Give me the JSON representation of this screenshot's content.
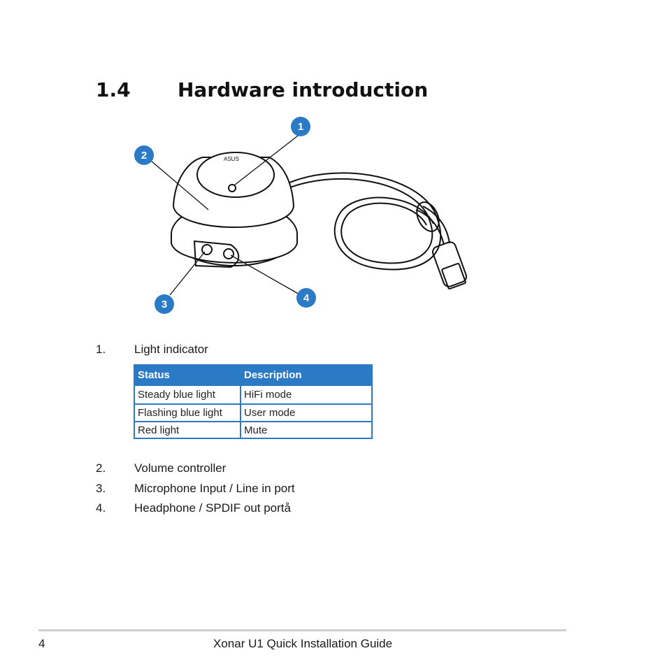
{
  "heading": {
    "number": "1.4",
    "title": "Hardware introduction"
  },
  "figure": {
    "callouts": [
      "1",
      "2",
      "3",
      "4"
    ],
    "logo_text": "ASUS"
  },
  "list": [
    {
      "num": "1.",
      "text": "Light indicator"
    },
    {
      "num": "2.",
      "text": "Volume controller"
    },
    {
      "num": "3.",
      "text": "Microphone Input / Line in port"
    },
    {
      "num": "4.",
      "text": "Headphone / SPDIF out portå"
    }
  ],
  "table": {
    "headers": [
      "Status",
      "Description"
    ],
    "rows": [
      [
        "Steady blue light",
        "HiFi mode"
      ],
      [
        "Flashing blue light",
        "User mode"
      ],
      [
        "Red light",
        "Mute"
      ]
    ],
    "accent_color": "#2a7ac6"
  },
  "footer": {
    "page": "4",
    "title": "Xonar U1 Quick Installation Guide"
  }
}
